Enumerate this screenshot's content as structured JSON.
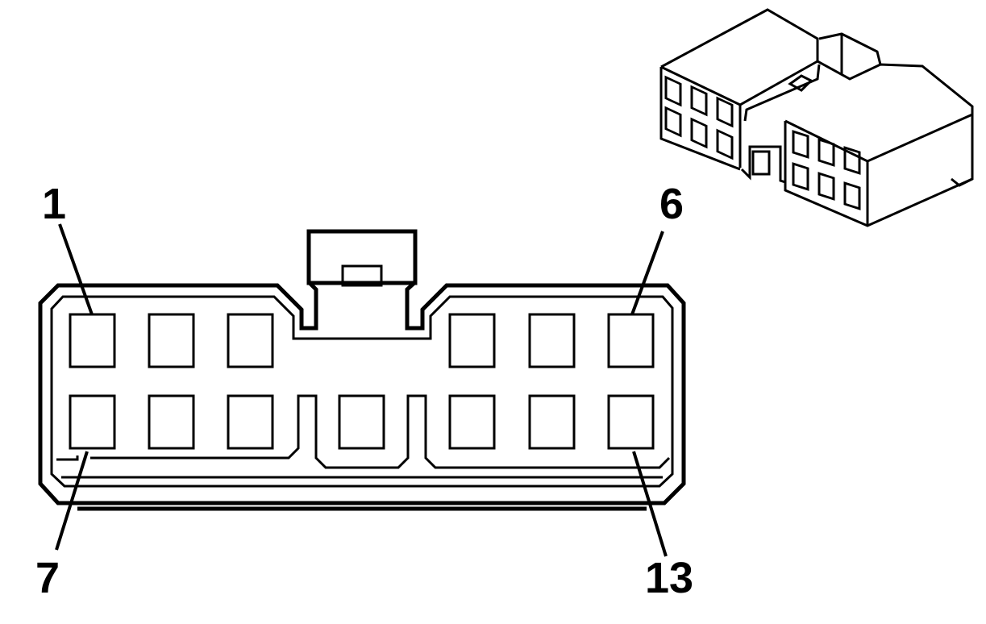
{
  "diagram": {
    "pin_labels": {
      "first_top": "1",
      "last_top": "6",
      "first_bottom": "7",
      "last_bottom": "13"
    },
    "connector": {
      "top_row_cavities": 6,
      "bottom_row_cavities": 7
    },
    "colors": {
      "line": "#000000",
      "background": "#ffffff"
    }
  }
}
